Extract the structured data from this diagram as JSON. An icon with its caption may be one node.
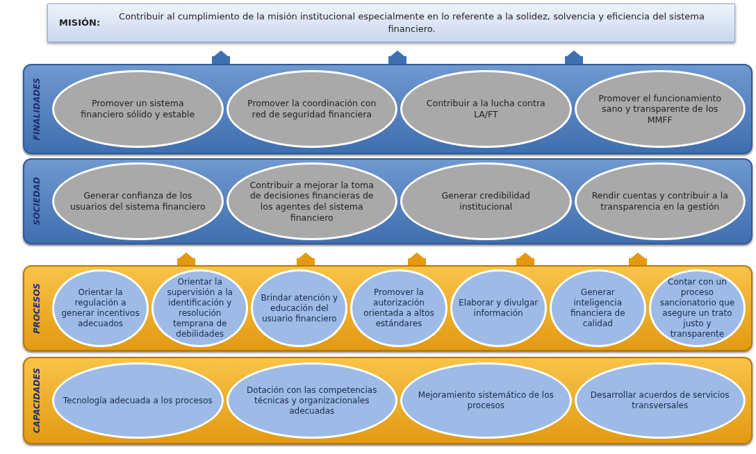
{
  "diagram": {
    "nodes": [
      {
        "text": [
          "**MISIÓN:** Contribuir al cumplimiento de la misión institucional especialmente en lo referente a la solidez, solvencia y eficiencia del sistema financiero."
        ]
      },
      {
        "text": [
          "FINALIDADES"
        ]
      },
      {
        "text": [
          "Promover un sistema financiero sólido y estable"
        ],
        "in": 1
      },
      {
        "text": [
          "Promover la coordinación con red de seguridad financiera"
        ],
        "in": 1
      },
      {
        "text": [
          "Contribuir a la lucha contra LA/FT"
        ],
        "in": 1
      },
      {
        "text": [
          "Promover el funcionamiento sano y transparente de los MMFF"
        ],
        "in": 1
      },
      {
        "text": [
          "SOCIEDAD"
        ]
      },
      {
        "text": [
          "Generar confianza de los usuarios del sistema financiero"
        ],
        "in": 6
      },
      {
        "text": [
          "Contribuir a mejorar la toma de decisiones financieras de los agentes del sistema financiero"
        ],
        "in": 6
      },
      {
        "text": [
          "Generar credibilidad institucional"
        ],
        "in": 6
      },
      {
        "text": [
          "Rendir cuentas y contribuir a la transparencia en la gestión"
        ],
        "in": 6
      },
      {
        "text": [
          "PROCESOS"
        ]
      },
      {
        "text": [
          "Orientar la regulación a generar incentivos adecuados"
        ],
        "in": 11
      },
      {
        "text": [
          "Orientar la supervisión a la identificación y resolución temprana de debilidades"
        ],
        "in": 11
      },
      {
        "text": [
          "Brindar atención y educación del usuario financiero"
        ],
        "in": 11
      },
      {
        "text": [
          "Promover la autorización orientada a altos estándares"
        ],
        "in": 11
      },
      {
        "text": [
          "Elaborar y divulgar información"
        ],
        "in": 11
      },
      {
        "text": [
          "Generar inteligencia financiera de calidad"
        ],
        "in": 11
      },
      {
        "text": [
          "Contar con un proceso sancionatorio que asegure un trato justo y transparente"
        ],
        "in": 11
      },
      {
        "text": [
          "CAPACIDADES"
        ]
      },
      {
        "text": [
          "Tecnología adecuada a los procesos"
        ],
        "in": 19
      },
      {
        "text": [
          "Dotación con las competencias técnicas y organizacionales adecuadas"
        ],
        "in": 19
      },
      {
        "text": [
          "Mejoramiento sistemático de los procesos"
        ],
        "in": 19
      },
      {
        "text": [
          "Desarrollar acuerdos de servicios transversales"
        ],
        "in": 19
      }
    ],
    "edges": [
      {
        "from": 1,
        "to": 0,
        "arrow": "to",
        "color": "#3f6fb0"
      },
      {
        "from": 1,
        "to": 0,
        "arrow": "to",
        "color": "#3f6fb0"
      },
      {
        "from": 1,
        "to": 0,
        "arrow": "to",
        "color": "#3f6fb0"
      },
      {
        "from": 11,
        "to": 6,
        "arrow": "to"
      },
      {
        "from": 11,
        "to": 6,
        "arrow": "to"
      },
      {
        "from": 11,
        "to": 6,
        "arrow": "to"
      },
      {
        "from": 11,
        "to": 6,
        "arrow": "to"
      },
      {
        "from": 11,
        "to": 6,
        "arrow": "to"
      }
    ]
  }
}
